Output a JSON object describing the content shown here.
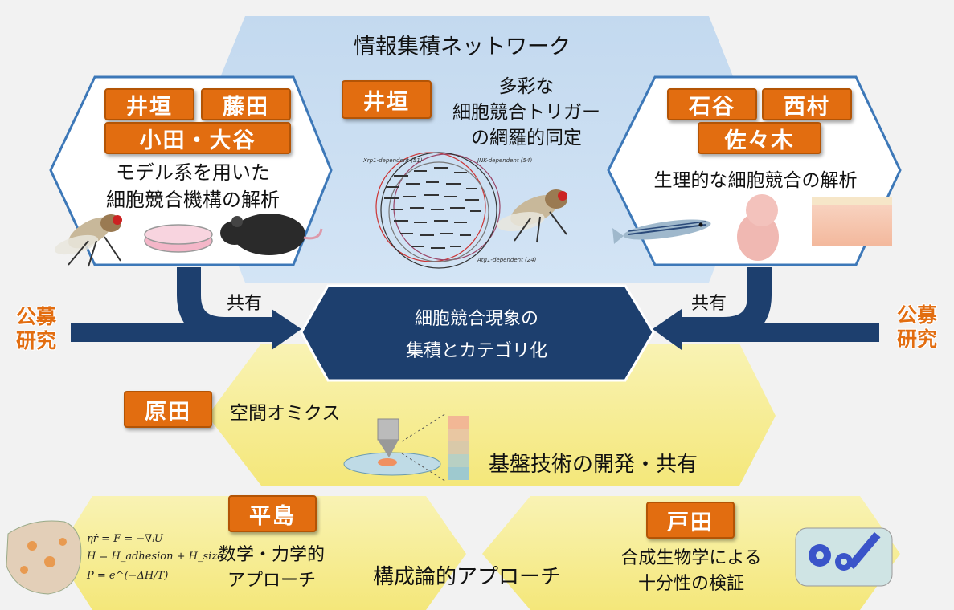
{
  "network_title": "情報集積ネットワーク",
  "left_panel": {
    "tags": [
      "井垣",
      "藤田",
      "小田・大谷"
    ],
    "caption_line1": "モデル系を用いた",
    "caption_line2": "細胞競合機構の解析"
  },
  "center_panel": {
    "tag": "井垣",
    "caption_line1": "多彩な",
    "caption_line2": "細胞競合トリガー",
    "caption_line3": "の網羅的同定",
    "venn_labels": [
      "Xrp1-dependent (51)",
      "JNK-dependent (54)",
      "Atg1-dependent (24)"
    ]
  },
  "right_panel": {
    "tags": [
      "石谷",
      "西村",
      "佐々木"
    ],
    "caption": "生理的な細胞競合の解析"
  },
  "share_label": "共有",
  "public_research_line1": "公募",
  "public_research_line2": "研究",
  "central_hub": {
    "line1": "細胞競合現象の",
    "line2": "集積とカテゴリ化"
  },
  "harada": {
    "tag": "原田",
    "caption": "空間オミクス",
    "subtitle": "基盤技術の開発・共有"
  },
  "hirashima": {
    "tag": "平島",
    "caption_line1": "数学・力学的",
    "caption_line2": "アプローチ",
    "equations": [
      "ηṙ = F = −∇ᵢU",
      "H = H_adhesion + H_size",
      "P = e^(−ΔH/T)"
    ]
  },
  "constructive_label": "構成論的アプローチ",
  "toda": {
    "tag": "戸田",
    "caption_line1": "合成生物学による",
    "caption_line2": "十分性の検証"
  },
  "colors": {
    "tag_orange": "#e26d10",
    "hub_navy": "#1d3f6e",
    "panel_blue": "#c5dbf0",
    "hex_yellow": "#f7ee9a",
    "border_blue": "#3d78b8"
  }
}
